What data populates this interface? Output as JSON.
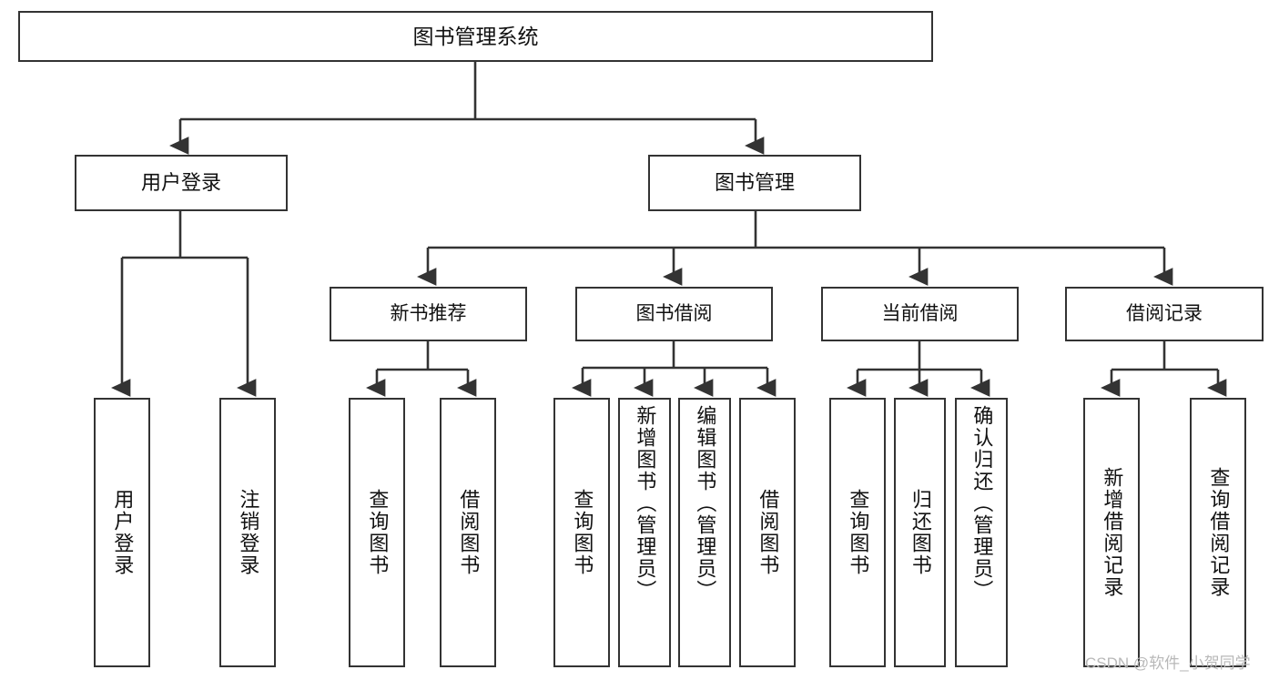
{
  "diagram": {
    "title": "图书管理系统",
    "type": "tree-hierarchy-diagram",
    "colors": {
      "stroke": "#333333",
      "fill": "#ffffff",
      "text": "#111111",
      "watermark": "#b8b8b8"
    },
    "root": {
      "label": "图书管理系统"
    },
    "level2": [
      {
        "label": "用户登录"
      },
      {
        "label": "图书管理"
      }
    ],
    "level3": [
      {
        "label": "新书推荐"
      },
      {
        "label": "图书借阅"
      },
      {
        "label": "当前借阅"
      },
      {
        "label": "借阅记录"
      }
    ],
    "leaves": {
      "user_login": [
        {
          "label": "用户登录"
        },
        {
          "label": "注销登录"
        }
      ],
      "new_book_recommend": [
        {
          "label": "查询图书"
        },
        {
          "label": "借阅图书"
        }
      ],
      "book_borrow": [
        {
          "label": "查询图书"
        },
        {
          "label": "新增图书（管理员）"
        },
        {
          "label": "编辑图书（管理员）"
        },
        {
          "label": "借阅图书"
        }
      ],
      "current_borrow": [
        {
          "label": "查询图书"
        },
        {
          "label": "归还图书"
        },
        {
          "label": "确认归还（管理员）"
        }
      ],
      "borrow_record": [
        {
          "label": "新增借阅记录"
        },
        {
          "label": "查询借阅记录"
        }
      ]
    }
  },
  "watermark": {
    "text": "CSDN @软件_小贺同学"
  }
}
